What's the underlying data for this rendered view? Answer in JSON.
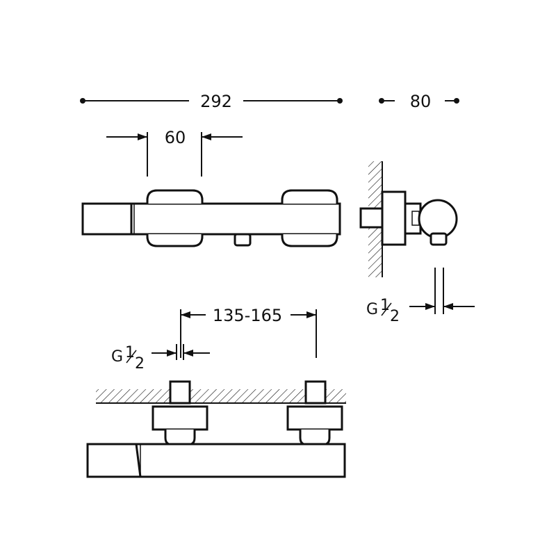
{
  "dimensions": {
    "overall_length": "292",
    "depth": "80",
    "handle_width": "60",
    "inlet_spacing": "135-165",
    "thread_letter": "G",
    "thread_num": "1",
    "thread_den": "2"
  },
  "colors": {
    "line": "#111111",
    "background": "#ffffff"
  }
}
